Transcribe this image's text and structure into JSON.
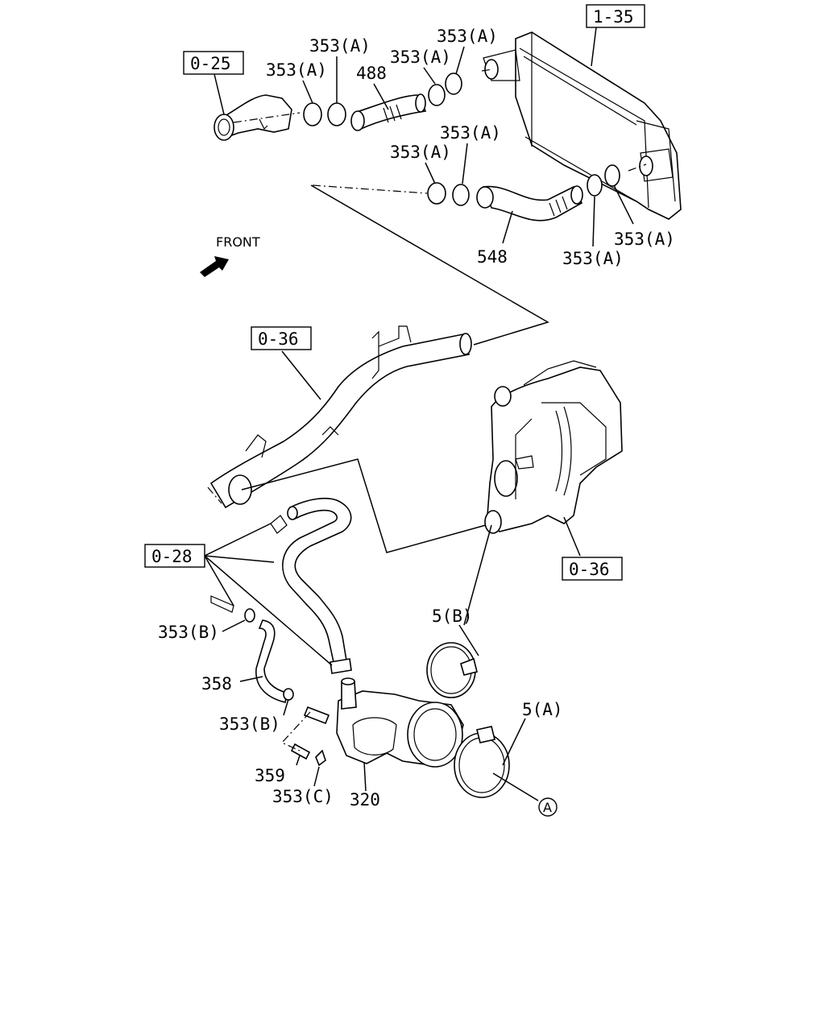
{
  "refs": {
    "ref_0_25": "0-25",
    "ref_1_35": "1-35",
    "ref_0_36_pipe": "0-36",
    "ref_0_36_turbo": "0-36",
    "ref_0_28": "0-28"
  },
  "parts": {
    "p353a_1": "353(A)",
    "p353a_2": "353(A)",
    "p353a_3": "353(A)",
    "p353a_4": "353(A)",
    "p353a_5": "353(A)",
    "p353a_6": "353(A)",
    "p353a_7": "353(A)",
    "p353a_8": "353(A)",
    "p488": "488",
    "p548": "548",
    "p5b": "5(B)",
    "p5a": "5(A)",
    "p353b_1": "353(B)",
    "p353b_2": "353(B)",
    "p358": "358",
    "p359": "359",
    "p353c": "353(C)",
    "p320": "320",
    "circle_a": "A"
  },
  "front_label": "FRONT"
}
